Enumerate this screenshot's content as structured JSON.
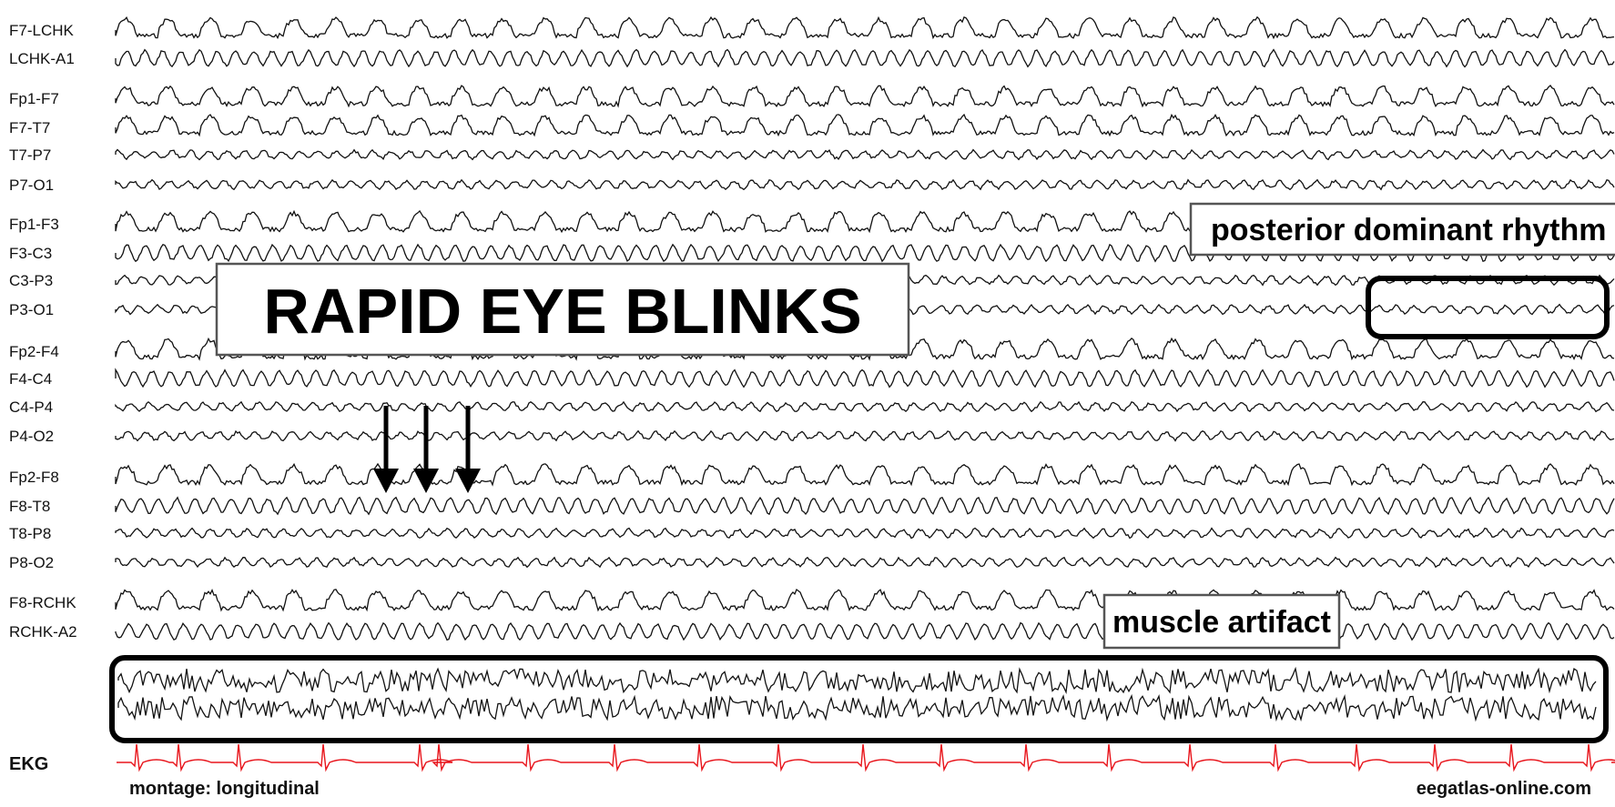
{
  "channels": [
    "F7-LCHK",
    "LCHK-A1",
    "Fp1-F7",
    "F7-T7",
    "T7-P7",
    "P7-O1",
    "Fp1-F3",
    "F3-C3",
    "C3-P3",
    "P3-O1",
    "Fp2-F4",
    "F4-C4",
    "C4-P4",
    "P4-O2",
    "Fp2-F8",
    "F8-T8",
    "T8-P8",
    "P8-O2",
    "F8-RCHK",
    "RCHK-A2"
  ],
  "ekg_label": "EKG",
  "annotations": {
    "rapid_blinks": "RAPID EYE BLINKS",
    "pdr": "posterior dominant rhythm",
    "muscle": "muscle artifact"
  },
  "footer": {
    "montage": "montage: longitudinal",
    "source": "eegatlas-online.com"
  },
  "colors": {
    "trace": "#111111",
    "ekg": "#e8141b",
    "box_border": "#000000"
  }
}
